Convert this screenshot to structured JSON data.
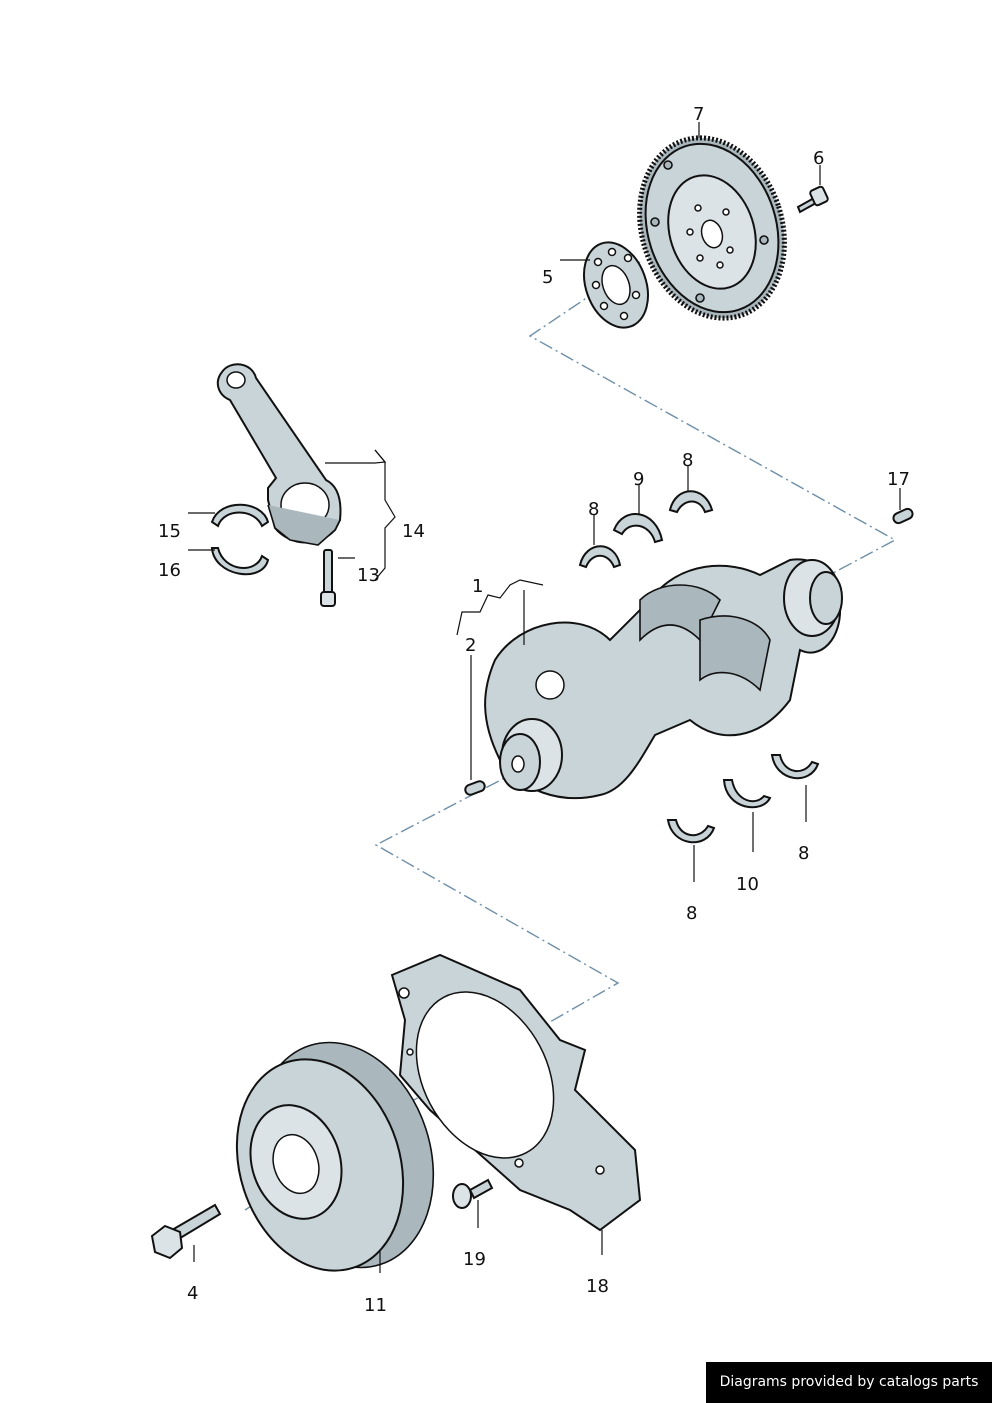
{
  "callouts": {
    "c1": "1",
    "c2": "2",
    "c4": "4",
    "c5": "5",
    "c6": "6",
    "c7": "7",
    "c8a": "8",
    "c8b": "8",
    "c8c": "8",
    "c8d": "8",
    "c9": "9",
    "c10": "10",
    "c11": "11",
    "c13": "13",
    "c14": "14",
    "c15": "15",
    "c16": "16",
    "c17": "17",
    "c18": "18",
    "c19": "19"
  },
  "footer": {
    "credit": "Diagrams provided by catalogs parts"
  },
  "colors": {
    "part_fill": "#c9d4d8",
    "axis_line": "#6e8fa8",
    "outline": "#111111",
    "footer_bg": "#000000"
  }
}
